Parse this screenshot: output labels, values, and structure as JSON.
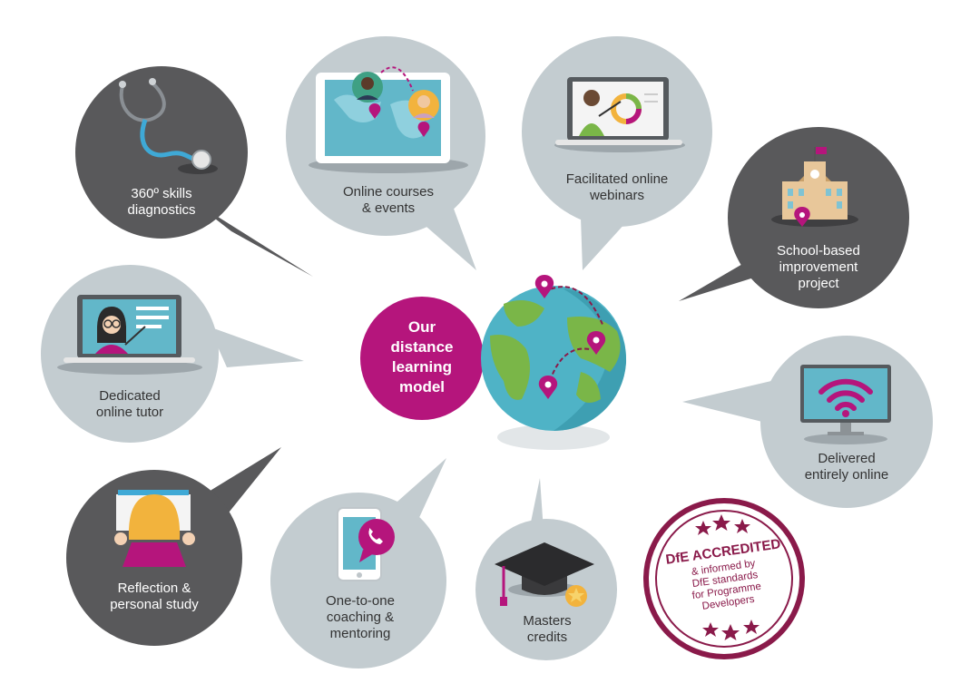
{
  "colors": {
    "dark_bubble": "#59595b",
    "light_bubble": "#c3ccd0",
    "globe_ocean": "#4fb3c6",
    "globe_land": "#7ab648",
    "accent": "#b5157c",
    "stamp": "#8a1a4a"
  },
  "center": {
    "line1": "Our",
    "line2": "distance",
    "line3": "learning",
    "line4": "model"
  },
  "bubbles": {
    "skills": {
      "line1": "360º skills",
      "line2": "diagnostics",
      "icon": "stethoscope-icon"
    },
    "courses": {
      "line1": "Online courses",
      "line2": "& events",
      "icon": "tablet-map-icon"
    },
    "webinars": {
      "line1": "Facilitated online",
      "line2": "webinars",
      "icon": "laptop-presenter-icon"
    },
    "school": {
      "line1": "School-based",
      "line2": "improvement",
      "line3": "project",
      "icon": "school-building-icon"
    },
    "tutor": {
      "line1": "Dedicated",
      "line2": "online tutor",
      "icon": "laptop-tutor-icon"
    },
    "online": {
      "line1": "Delivered",
      "line2": "entirely online",
      "icon": "monitor-wifi-icon"
    },
    "study": {
      "line1": "Reflection &",
      "line2": "personal study",
      "icon": "reading-person-icon"
    },
    "coaching": {
      "line1": "One-to-one",
      "line2": "coaching &",
      "line3": "mentoring",
      "icon": "phone-call-icon"
    },
    "masters": {
      "line1": "Masters",
      "line2": "credits",
      "icon": "graduation-cap-icon"
    }
  },
  "stamp": {
    "title": "DfE ACCREDITED",
    "line1": "& informed by",
    "line2": "DfE standards",
    "line3": "for Programme",
    "line4": "Developers"
  }
}
